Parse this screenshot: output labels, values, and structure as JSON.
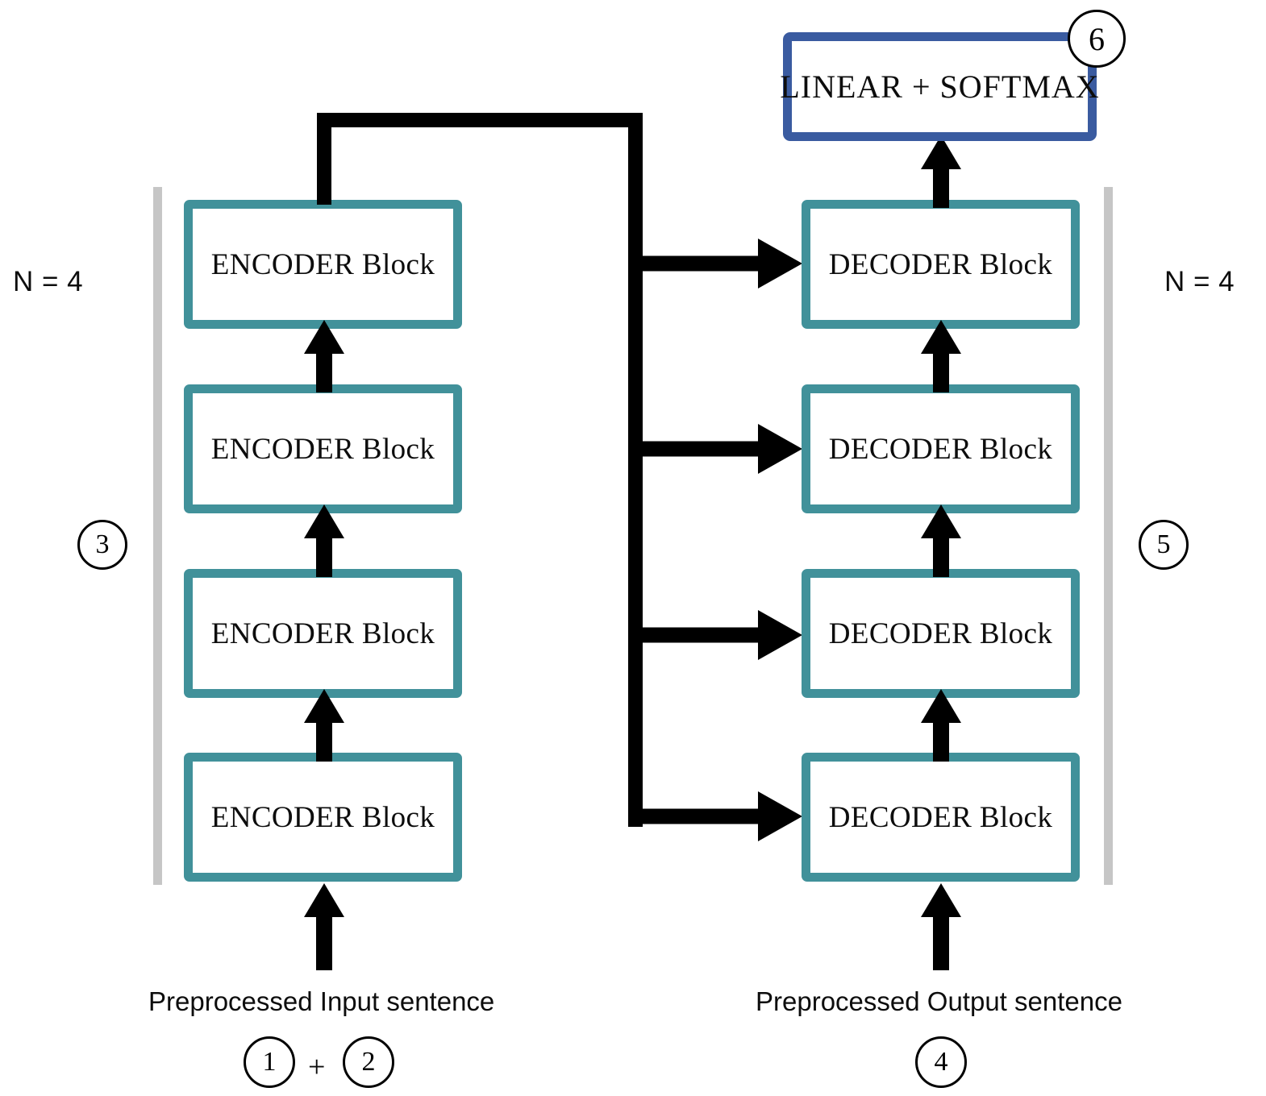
{
  "diagram": {
    "title": "Transformer encoder-decoder architecture",
    "colors": {
      "block_border": "#41919a",
      "softmax_border": "#3a5ba0",
      "bracket_bar": "#c6c6c6",
      "connector": "#000000",
      "text": "#0d0d0d",
      "background": "#ffffff"
    }
  },
  "encoder_stack": {
    "n_label": "N = 4",
    "step_badge": "3",
    "blocks": [
      {
        "label": "ENCODER Block"
      },
      {
        "label": "ENCODER Block"
      },
      {
        "label": "ENCODER Block"
      },
      {
        "label": "ENCODER Block"
      }
    ],
    "input_caption": "Preprocessed Input sentence",
    "input_badges": {
      "first": "1",
      "operator": "+",
      "second": "2"
    }
  },
  "decoder_stack": {
    "n_label": "N = 4",
    "step_badge": "5",
    "blocks": [
      {
        "label": "DECODER Block"
      },
      {
        "label": "DECODER Block"
      },
      {
        "label": "DECODER Block"
      },
      {
        "label": "DECODER Block"
      }
    ],
    "output_caption": "Preprocessed Output sentence",
    "output_badge": "4"
  },
  "output_head": {
    "label": "LINEAR + SOFTMAX",
    "step_badge": "6"
  }
}
